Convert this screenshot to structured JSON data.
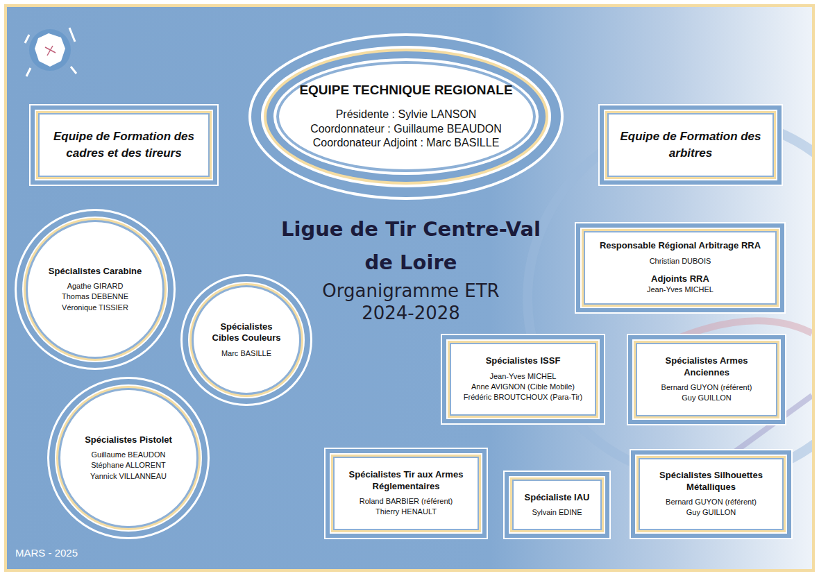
{
  "diagram": {
    "title": "Ligue de Tir Centre-Val de Loire",
    "nodes": [
      {
        "text": [
          "EQUIPE TECHNIQUE REGIONALE",
          "Présidente : Sylvie LANSON",
          "Coordonnateur : Guillaume BEAUDON",
          "Coordonateur Adjoint : Marc BASILLE"
        ]
      },
      {
        "text": [
          "Equipe de Formation des cadres et des tireurs"
        ]
      },
      {
        "text": [
          "Equipe de Formation des arbitres"
        ]
      },
      {
        "text": [
          "Spécialistes Carabine",
          "Agathe GIRARD",
          "Thomas DEBENNE",
          "Véronique TISSIER"
        ]
      },
      {
        "text": [
          "Spécialistes Cibles Couleurs",
          "Marc BASILLE"
        ]
      },
      {
        "text": [
          "Spécialistes Pistolet",
          "Guillaume BEAUDON",
          "Stéphane ALLORENT",
          "Yannick VILLANNEAU"
        ]
      },
      {
        "text": [
          "Responsable Régional Arbitrage RRA",
          "Christian DUBOIS",
          "Adjoints RRA",
          "Jean-Yves MICHEL"
        ]
      },
      {
        "text": [
          "Spécialistes ISSF",
          "Jean-Yves MICHEL",
          "Anne AVIGNON (Cible Mobile)",
          "Frédéric BROUTCHOUX (Para-Tir)"
        ]
      },
      {
        "text": [
          "Spécialistes Armes Anciennes",
          "Bernard GUYON (référent)",
          "Guy GUILLON"
        ]
      },
      {
        "text": [
          "Spécialistes Tir aux Armes Réglementaires",
          "Roland BARBIER (référent)",
          "Thierry HENAULT"
        ]
      },
      {
        "text": [
          "Spécialiste IAU",
          "Sylvain EDINE"
        ]
      },
      {
        "text": [
          "Spécialistes Silhouettes Métalliques",
          "Bernard GUYON (référent)",
          "Guy GUILLON"
        ]
      }
    ],
    "labels": [
      "Organigramme ETR",
      "2024-2028",
      "MARS - 2025"
    ]
  }
}
